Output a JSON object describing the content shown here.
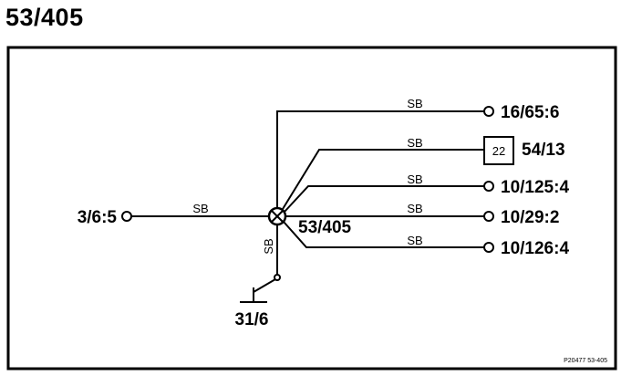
{
  "page": {
    "title": "53/405"
  },
  "diagram": {
    "splice": {
      "label": "53/405"
    },
    "left_connector": {
      "label": "3/6:5",
      "wire_color": "SB"
    },
    "ground": {
      "label": "31/6",
      "wire_color": "SB"
    },
    "branches": [
      {
        "label": "16/65:6",
        "wire_color": "SB"
      },
      {
        "label": "54/13",
        "wire_color": "SB",
        "box_number": "22"
      },
      {
        "label": "10/125:4",
        "wire_color": "SB"
      },
      {
        "label": "10/29:2",
        "wire_color": "SB"
      },
      {
        "label": "10/126:4",
        "wire_color": "SB"
      }
    ],
    "footer_ref": "P20477  53-405"
  }
}
